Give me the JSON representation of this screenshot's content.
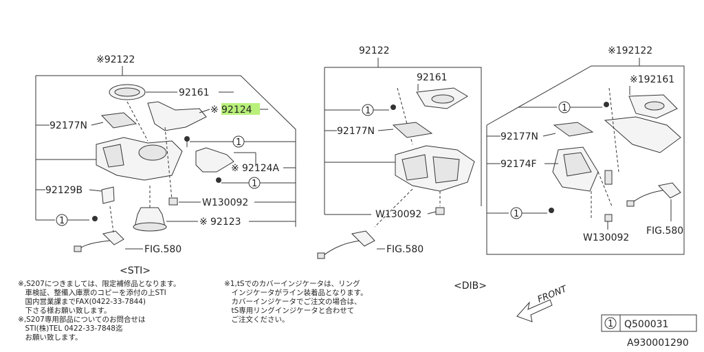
{
  "groups": {
    "sti": {
      "header_ref": "※92122",
      "parts": [
        "92161",
        "92124",
        "92177N",
        "92124A",
        "92129B",
        "W130092",
        "92123",
        "FIG.580"
      ],
      "prefix_mark": "※",
      "circle_ref": "1",
      "caption": "<STI>"
    },
    "mid": {
      "header_ref": "92122",
      "parts": [
        "92161",
        "92177N",
        "W130092",
        "FIG.580"
      ],
      "circle_ref": "1"
    },
    "dib": {
      "header_ref": "※192122",
      "parts": [
        "※192161",
        "92177N",
        "92174F",
        "W130092",
        "FIG.580"
      ],
      "circle_ref": "1",
      "caption": "<DIB>"
    }
  },
  "notes": {
    "left": [
      "※,S207につきましては、限定補修品となります。",
      "　車検証、整備入庫票のコピーを添付の上STI",
      "　国内営業課までFAX(0422-33-7844)",
      "　下さる様お願い致します。",
      "※,S207専用部品についてのお問合せは",
      "　STI(株)TEL 0422-33-7848迄",
      "　お願い致します。"
    ],
    "right": [
      "※1,tSでのカバーインジケータは、リング",
      "　インジケータがライン装着品となります。",
      "　カバーインジケータでご注文の場合は、",
      "　tS専用リングインジケータと合わせて",
      "　ご注文ください。"
    ]
  },
  "front_label": "FRONT",
  "legend": {
    "circle": "1",
    "code": "Q500031"
  },
  "diagram_id": "A930001290",
  "highlight_color": "#b8f07a"
}
